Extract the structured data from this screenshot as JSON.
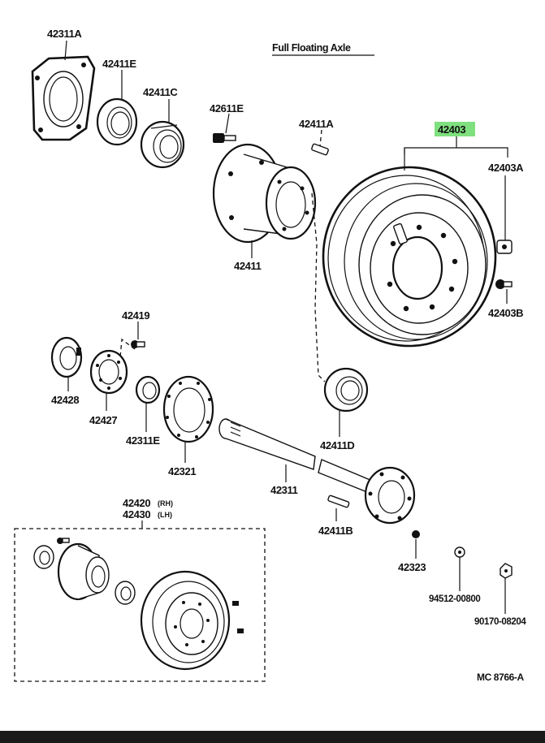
{
  "diagram": {
    "title": "Full Floating Axle",
    "figure_code": "MC  8766-A",
    "highlight_color": "#7fe07f",
    "highlighted_part": "42403",
    "parts": [
      {
        "id": "42311A"
      },
      {
        "id": "42411E"
      },
      {
        "id": "42411C"
      },
      {
        "id": "42611E"
      },
      {
        "id": "42411A"
      },
      {
        "id": "42403"
      },
      {
        "id": "42403A"
      },
      {
        "id": "42403B"
      },
      {
        "id": "42411"
      },
      {
        "id": "42419"
      },
      {
        "id": "42428"
      },
      {
        "id": "42427"
      },
      {
        "id": "42311E"
      },
      {
        "id": "42321"
      },
      {
        "id": "42411D"
      },
      {
        "id": "42311"
      },
      {
        "id": "42411B"
      },
      {
        "id": "42323"
      },
      {
        "id": "94512-00800"
      },
      {
        "id": "90170-08204"
      }
    ],
    "assembly": {
      "rh_number": "42420",
      "rh_suffix": "(RH)",
      "lh_number": "42430",
      "lh_suffix": "(LH)"
    }
  }
}
